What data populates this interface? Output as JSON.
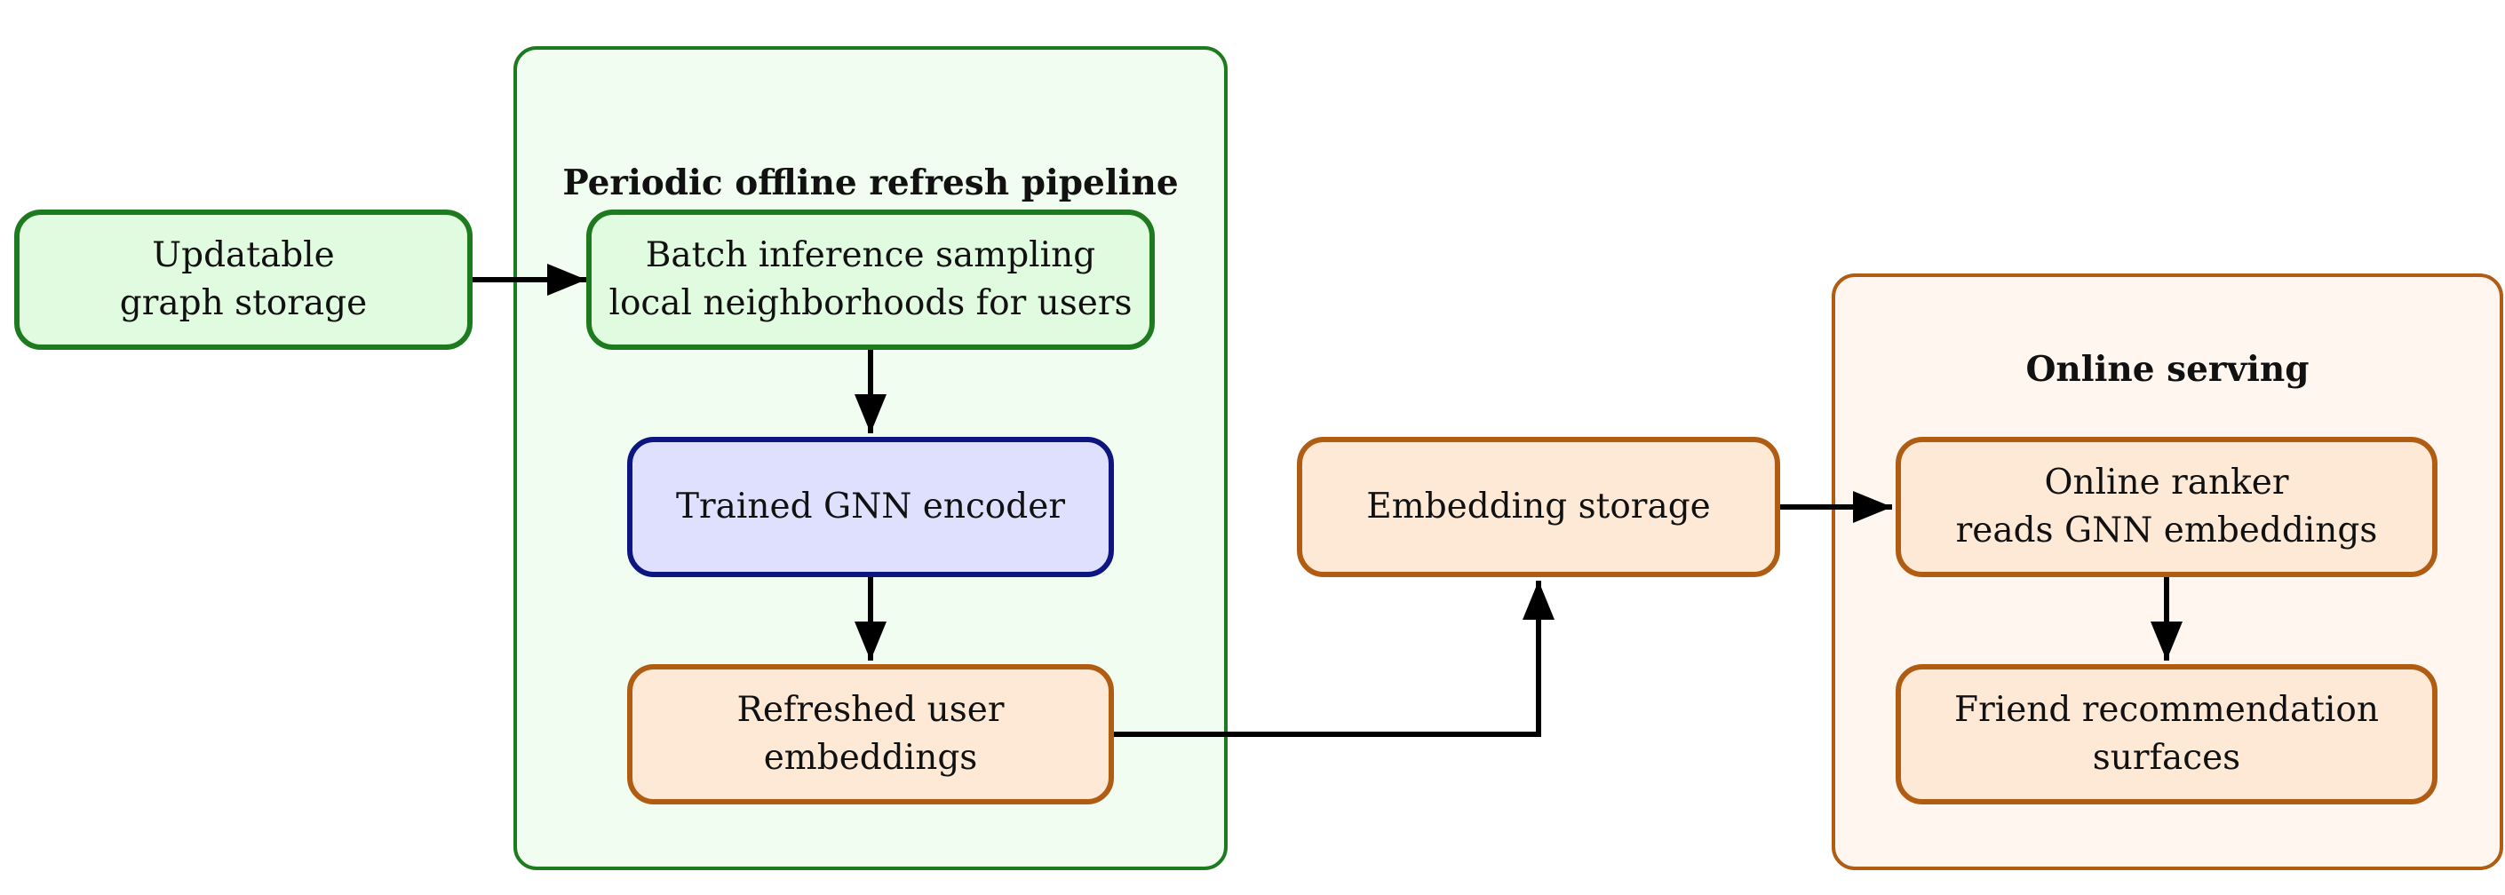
{
  "colors": {
    "green_border": "#1e7a1e",
    "green_fill": "#e0fbe0",
    "green_group_fill": "#f0fdf0",
    "blue_border": "#0d1580",
    "blue_fill": "#dfe0fd",
    "orange_border": "#b05c12",
    "orange_fill": "#fde9d6",
    "orange_group_fill": "#fff6ef",
    "arrow": "#000000"
  },
  "groups": {
    "offline": {
      "title": "Periodic offline refresh pipeline"
    },
    "online": {
      "title": "Online serving"
    }
  },
  "nodes": {
    "graph_storage": {
      "label": "Updatable\ngraph storage"
    },
    "batch_inference": {
      "label": "Batch inference sampling\nlocal neighborhoods for users"
    },
    "gnn_encoder": {
      "label": "Trained GNN encoder"
    },
    "refreshed_embeddings": {
      "label": "Refreshed user\nembeddings"
    },
    "embedding_storage": {
      "label": "Embedding storage"
    },
    "online_ranker": {
      "label": "Online ranker\nreads GNN embeddings"
    },
    "friend_recs": {
      "label": "Friend recommendation\nsurfaces"
    }
  },
  "edges": [
    {
      "from": "graph_storage",
      "to": "batch_inference"
    },
    {
      "from": "batch_inference",
      "to": "gnn_encoder"
    },
    {
      "from": "gnn_encoder",
      "to": "refreshed_embeddings"
    },
    {
      "from": "refreshed_embeddings",
      "to": "embedding_storage"
    },
    {
      "from": "embedding_storage",
      "to": "online_ranker"
    },
    {
      "from": "online_ranker",
      "to": "friend_recs"
    }
  ]
}
